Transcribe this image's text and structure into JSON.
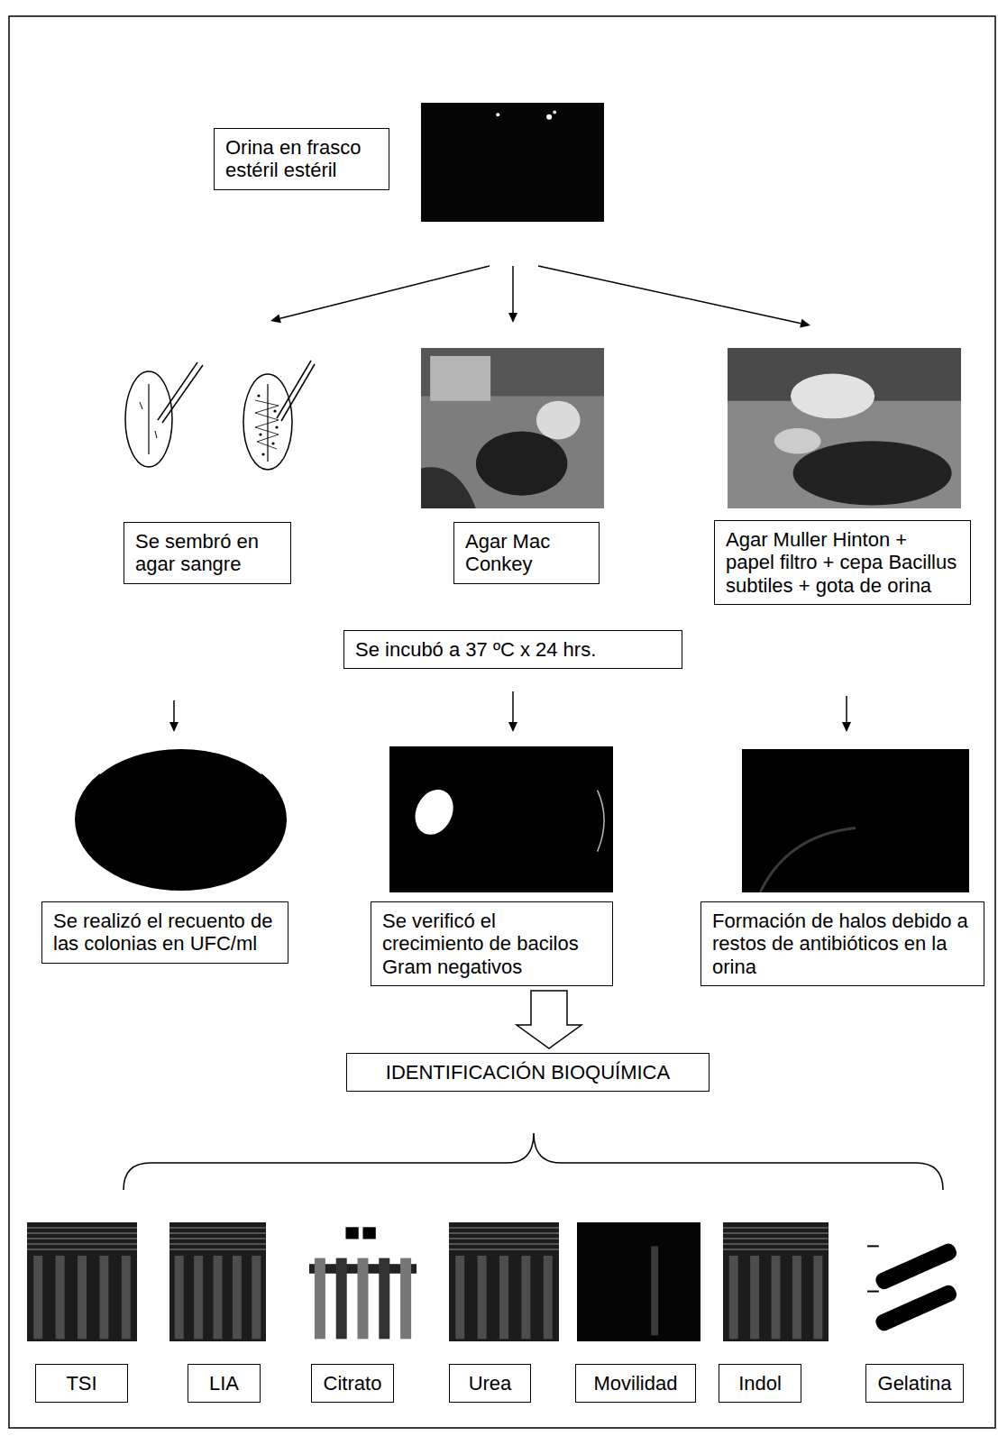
{
  "diagram": {
    "nodes": [
      {
        "text": [
          "Orina en frasco estéril estéril"
        ]
      },
      {
        "text": [
          "Se sembró en agar sangre"
        ]
      },
      {
        "text": [
          "Agar Mac Conkey"
        ]
      },
      {
        "text": [
          "Agar Muller Hinton + papel filtro + cepa Bacillus subtiles + gota de orina"
        ]
      },
      {
        "text": [
          "Se incubó a 37 ºC x 24 hrs."
        ]
      },
      {
        "text": [
          "Se realizó el recuento de las colonias en UFC/ml"
        ]
      },
      {
        "text": [
          "Se verificó el crecimiento de bacilos Gram negativos"
        ]
      },
      {
        "text": [
          "Formación de halos debido a restos de antibióticos en la orina"
        ]
      },
      {
        "text": [
          "IDENTIFICACIÓN BIOQUÍMICA"
        ]
      },
      {
        "text": [
          "TSI"
        ]
      },
      {
        "text": [
          "LIA"
        ]
      },
      {
        "text": [
          "Citrato"
        ]
      },
      {
        "text": [
          "Urea"
        ]
      },
      {
        "text": [
          "Movilidad"
        ]
      },
      {
        "text": [
          "Indol"
        ]
      },
      {
        "text": [
          "Gelatina"
        ]
      }
    ],
    "edges": [
      {
        "from": 0,
        "to": 1,
        "arrow": "to"
      },
      {
        "from": 0,
        "to": 2,
        "arrow": "to"
      },
      {
        "from": 0,
        "to": 3,
        "arrow": "to"
      },
      {
        "from": 1,
        "to": 5,
        "arrow": "to"
      },
      {
        "from": 4,
        "to": 6,
        "arrow": "to"
      },
      {
        "from": 3,
        "to": 7,
        "arrow": "to"
      },
      {
        "from": 6,
        "to": 8,
        "arrow": "to"
      }
    ]
  }
}
